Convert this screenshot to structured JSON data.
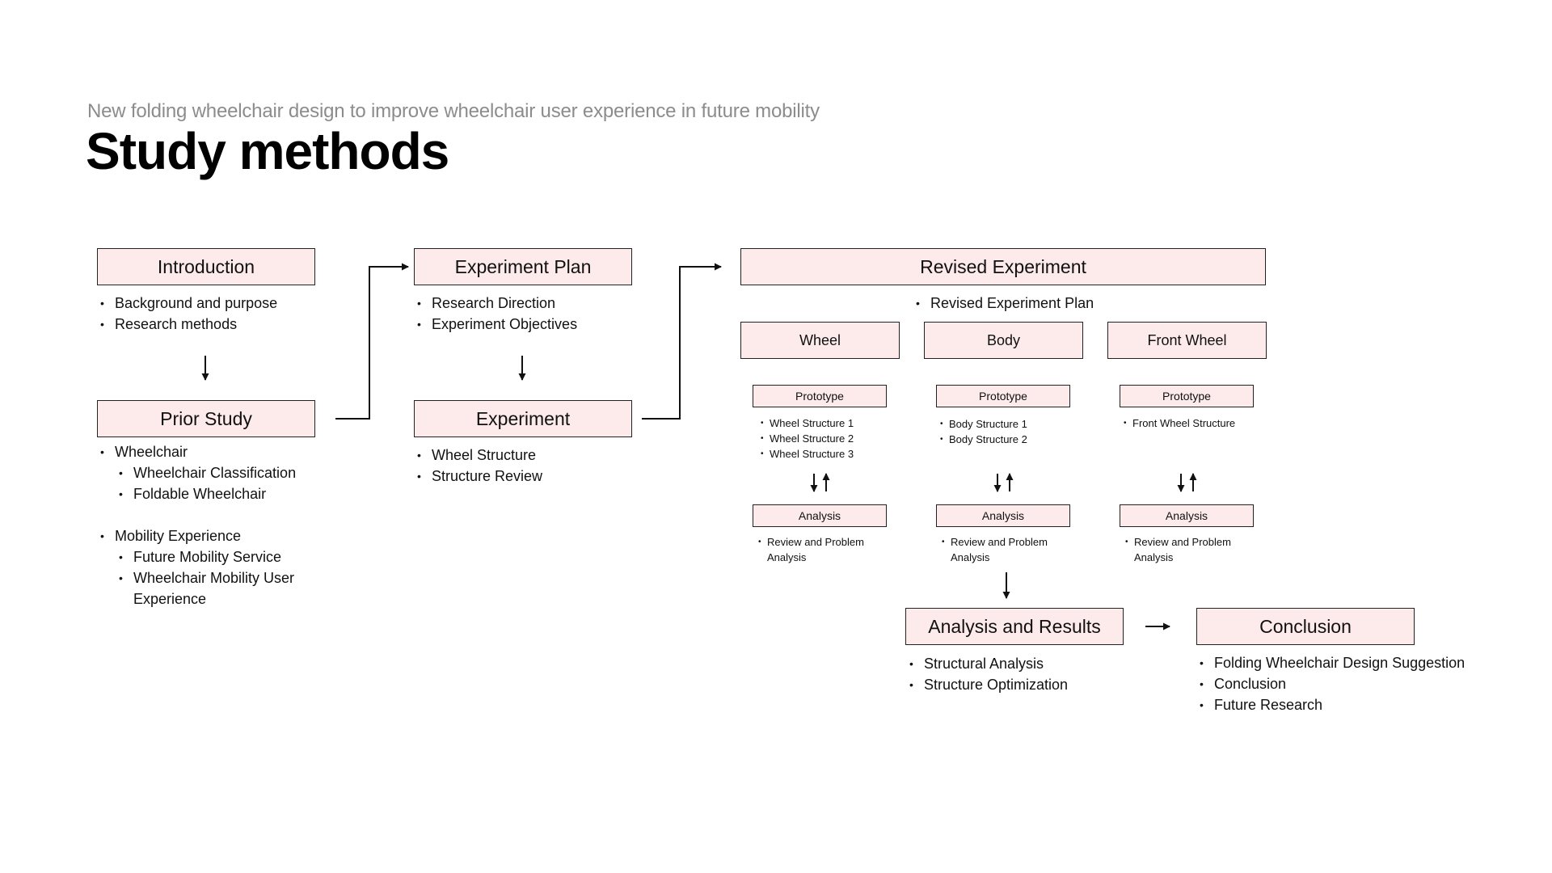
{
  "header": {
    "subtitle": "New folding wheelchair design to improve wheelchair user experience in future mobility",
    "title": "Study methods"
  },
  "introduction": {
    "label": "Introduction",
    "items": [
      "Background and purpose",
      "Research methods"
    ]
  },
  "prior_study": {
    "label": "Prior Study",
    "group1": "Wheelchair",
    "group1_items": [
      "Wheelchair Classification",
      "Foldable Wheelchair"
    ],
    "group2": "Mobility Experience",
    "group2_items": [
      "Future Mobility Service",
      "Wheelchair Mobility User",
      "Experience"
    ]
  },
  "experiment_plan": {
    "label": "Experiment Plan",
    "items": [
      "Research Direction",
      "Experiment Objectives"
    ]
  },
  "experiment": {
    "label": "Experiment",
    "items": [
      "Wheel Structure",
      "Structure Review"
    ]
  },
  "revised_experiment": {
    "label": "Revised Experiment",
    "plan_item": "Revised Experiment Plan",
    "columns": [
      {
        "label": "Wheel",
        "prototype_label": "Prototype",
        "prototype_items": [
          "Wheel Structure 1",
          "Wheel Structure 2",
          "Wheel Structure 3"
        ],
        "analysis_label": "Analysis",
        "analysis_items": [
          "Review and Problem",
          "Analysis"
        ]
      },
      {
        "label": "Body",
        "prototype_label": "Prototype",
        "prototype_items": [
          "Body Structure 1",
          "Body Structure 2"
        ],
        "analysis_label": "Analysis",
        "analysis_items": [
          "Review and Problem",
          "Analysis"
        ]
      },
      {
        "label": "Front Wheel",
        "prototype_label": "Prototype",
        "prototype_items": [
          "Front Wheel Structure"
        ],
        "analysis_label": "Analysis",
        "analysis_items": [
          "Review and Problem",
          "Analysis"
        ]
      }
    ]
  },
  "analysis_results": {
    "label": "Analysis and Results",
    "items": [
      "Structural Analysis",
      "Structure Optimization"
    ]
  },
  "conclusion": {
    "label": "Conclusion",
    "items": [
      "Folding Wheelchair Design Suggestion",
      "Conclusion",
      "Future Research"
    ]
  },
  "colors": {
    "box_fill": "#fdebec",
    "box_border": "#222222",
    "subtitle": "#8c8c8c",
    "title": "#000000"
  }
}
